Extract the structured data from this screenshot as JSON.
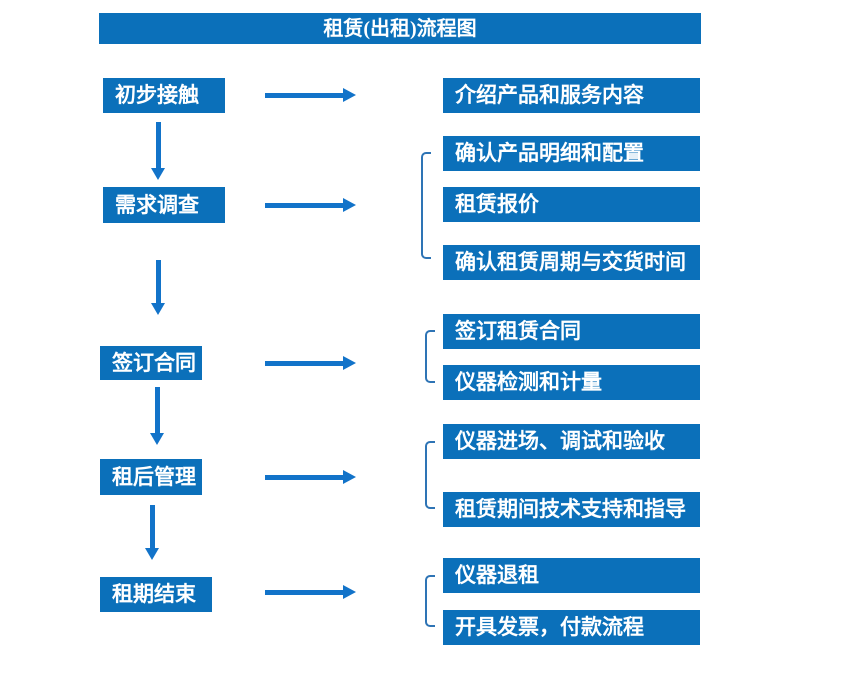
{
  "title": "租赁(出租)流程图",
  "colors": {
    "box_fill": "#0b70ba",
    "arrow": "#1273c9",
    "bracket": "#2e74b5",
    "text": "#ffffff",
    "background": "#ffffff"
  },
  "stages": [
    {
      "label": "初步接触",
      "details": [
        "介绍产品和服务内容"
      ]
    },
    {
      "label": "需求调查",
      "details": [
        "确认产品明细和配置",
        "租赁报价",
        "确认租赁周期与交货时间"
      ]
    },
    {
      "label": "签订合同",
      "details": [
        "签订租赁合同",
        "仪器检测和计量"
      ]
    },
    {
      "label": "租后管理",
      "details": [
        "仪器进场、调试和验收",
        "租赁期间技术支持和指导"
      ]
    },
    {
      "label": "租期结束",
      "details": [
        "仪器退租",
        "开具发票，付款流程"
      ]
    }
  ]
}
